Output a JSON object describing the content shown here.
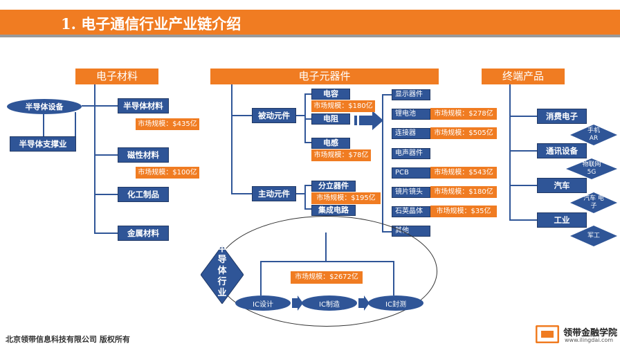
{
  "title": "1. 电子通信行业产业链介绍",
  "materials": {
    "header": "电子材料",
    "semi_equipment": "半导体设备",
    "semi_support": "半导体支撑业",
    "semi_material": "半导体材料",
    "semi_material_market": "市场规模：$435亿",
    "magnetic": "磁性材料",
    "magnetic_market": "市场规模：$100亿",
    "chemical": "化工制品",
    "metal": "金属材料"
  },
  "components": {
    "header": "电子元器件",
    "passive": "被动元件",
    "capacitor": "电容",
    "capacitor_market": "市场规模：$180亿",
    "resistor": "电阻",
    "inductor": "电感",
    "inductor_market": "市场规模：$78亿",
    "active": "主动元件",
    "discrete": "分立器件",
    "discrete_market": "市场规模：$195亿",
    "ic": "集成电路",
    "list": [
      {
        "name": "显示器件",
        "market": ""
      },
      {
        "name": "锂电池",
        "market": "市场规模：$278亿"
      },
      {
        "name": "连接器",
        "market": "市场规模：$505亿"
      },
      {
        "name": "电声器件",
        "market": ""
      },
      {
        "name": "PCB",
        "market": "市场规模：$543亿"
      },
      {
        "name": "镜片镜头",
        "market": "市场规模：$180亿"
      },
      {
        "name": "石英晶体",
        "market": "市场规模：$35亿"
      },
      {
        "name": "其他",
        "market": ""
      }
    ]
  },
  "semiconductor": {
    "label": "半导体行业",
    "market": "市场规模：$2672亿",
    "design": "IC设计",
    "manufacture": "IC制造",
    "packaging": "IC封测"
  },
  "terminal": {
    "header": "终端产品",
    "consumer": "消费电子",
    "consumer_sub": "手机 AR",
    "telecom": "通讯设备",
    "telecom_sub": "物联网 5G",
    "auto": "汽车",
    "auto_sub": "汽车 电子",
    "industry": "工业",
    "industry_sub": "军工"
  },
  "footer": "北京领带信息科技有限公司 版权所有",
  "logo": {
    "name": "领带金融学院",
    "url": "www.ilingdai.com"
  },
  "colors": {
    "orange": "#f07c22",
    "blue": "#2f5597"
  }
}
